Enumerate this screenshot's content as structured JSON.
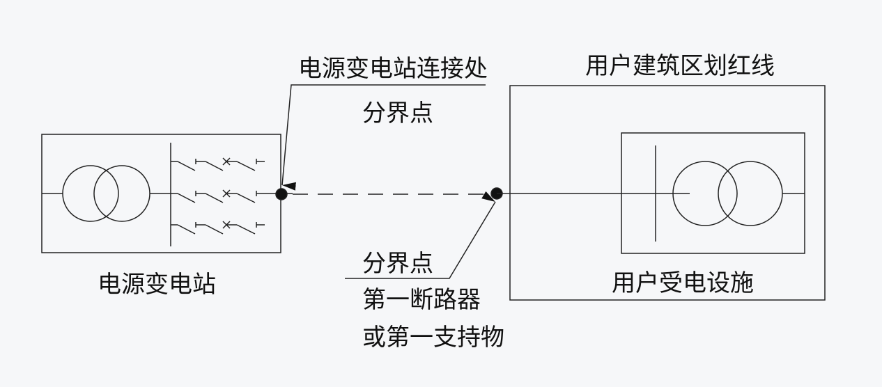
{
  "labels": {
    "source_connection": "电源变电站连接处",
    "boundary_point_top": "分界点",
    "user_red_line": "用户建筑区划红线",
    "boundary_point_bottom": "分界点",
    "first_breaker": "第一断路器",
    "first_support": "或第一支持物",
    "source_substation": "电源变电站",
    "user_facility": "用户受电设施"
  }
}
